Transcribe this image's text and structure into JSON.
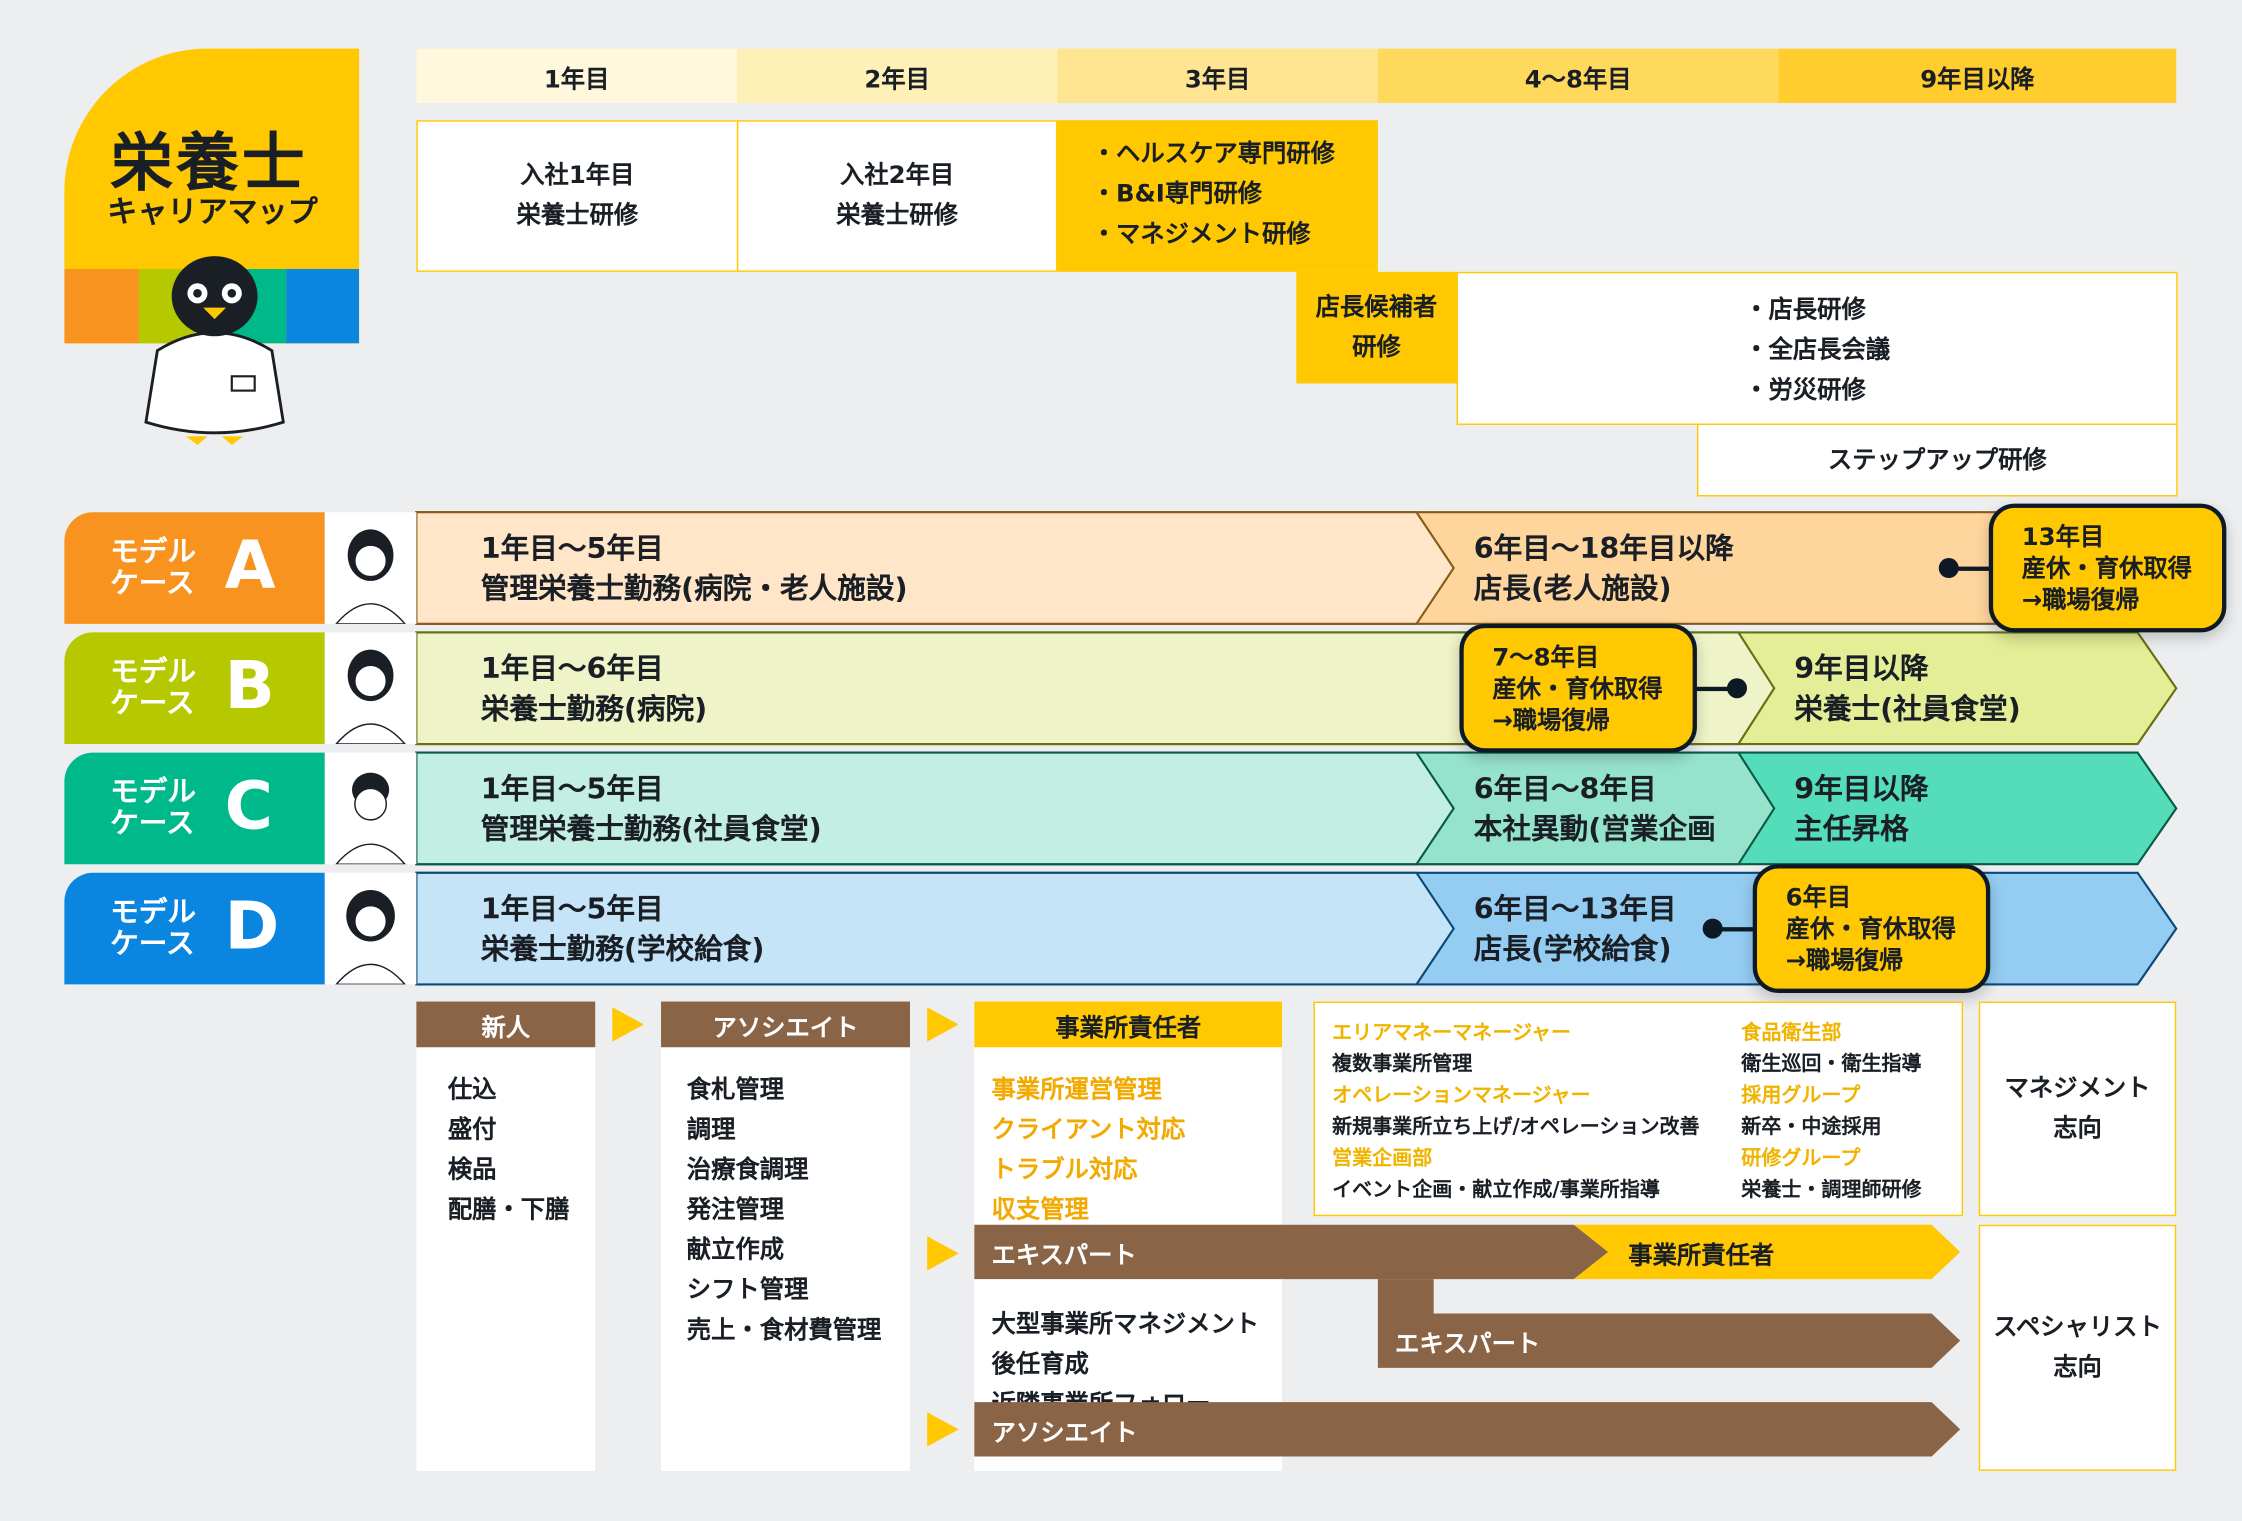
{
  "title": {
    "main": "栄養士",
    "sub": "キャリアマップ"
  },
  "years": [
    "1年目",
    "2年目",
    "3年目",
    "4〜8年目",
    "9年目以降"
  ],
  "training": {
    "y1": [
      "入社1年目",
      "栄養士研修"
    ],
    "y2": [
      "入社2年目",
      "栄養士研修"
    ],
    "y3": [
      "・ヘルスケア専門研修",
      "・B&I専門研修",
      "・マネジメント研修"
    ],
    "candidate": [
      "店長候補者",
      "研修"
    ],
    "manager": [
      "・店長研修",
      "・全店長会議",
      "・労災研修"
    ],
    "stepup": "ステップアップ研修"
  },
  "models": [
    {
      "label": "モデル",
      "label2": "ケース",
      "letter": "A",
      "color": "#f7931e",
      "seg1": {
        "period": "1年目〜5年目",
        "role": "管理栄養士勤務(病院・老人施設)"
      },
      "seg2": {
        "period": "6年目〜18年目以降",
        "role": "店長(老人施設)"
      },
      "pill": [
        "13年目",
        "産休・育休取得",
        "→職場復帰"
      ]
    },
    {
      "label": "モデル",
      "label2": "ケース",
      "letter": "B",
      "color": "#b5c800",
      "seg1": {
        "period": "1年目〜6年目",
        "role": "栄養士勤務(病院)"
      },
      "pill": [
        "7〜8年目",
        "産休・育休取得",
        "→職場復帰"
      ],
      "seg3": {
        "period": "9年目以降",
        "role": "栄養士(社員食堂)"
      }
    },
    {
      "label": "モデル",
      "label2": "ケース",
      "letter": "C",
      "color": "#00b98a",
      "seg1": {
        "period": "1年目〜5年目",
        "role": "管理栄養士勤務(社員食堂)"
      },
      "seg2": {
        "period": "6年目〜8年目",
        "role": "本社異動(営業企画"
      },
      "seg3": {
        "period": "9年目以降",
        "role": "主任昇格"
      }
    },
    {
      "label": "モデル",
      "label2": "ケース",
      "letter": "D",
      "color": "#0a86e0",
      "seg1": {
        "period": "1年目〜5年目",
        "role": "栄養士勤務(学校給食)"
      },
      "seg2": {
        "period": "6年目〜13年目",
        "role": "店長(学校給食)"
      },
      "pill": [
        "6年目",
        "産休・育休取得",
        "→職場復帰"
      ]
    }
  ],
  "ladder": {
    "newcomer": {
      "title": "新人",
      "items": [
        "仕込",
        "盛付",
        "検品",
        "配膳・下膳"
      ]
    },
    "associate": {
      "title": "アソシエイト",
      "items": [
        "食札管理",
        "調理",
        "治療食調理",
        "発注管理",
        "献立作成",
        "シフト管理",
        "売上・食材費管理"
      ]
    },
    "manager": {
      "title": "事業所責任者",
      "items": [
        "事業所運営管理",
        "クライアント対応",
        "トラブル対応",
        "収支管理"
      ]
    },
    "expert_band": "エキスパート",
    "expert_to_manager": "事業所責任者",
    "expert_items": [
      "大型事業所マネジメント",
      "後任育成",
      "近隣事業所フォロー"
    ],
    "expert_band2": "エキスパート",
    "associate_band": "アソシエイト"
  },
  "positions": [
    {
      "title": "エリアマネーマネージャー",
      "desc": "複数事業所管理"
    },
    {
      "title": "オペレーションマネージャー",
      "desc": "新規事業所立ち上げ/オペレーション改善"
    },
    {
      "title": "営業企画部",
      "desc": "イベント企画・献立作成/事業所指導"
    },
    {
      "title": "食品衛生部",
      "desc": "衛生巡回・衛生指導"
    },
    {
      "title": "採用グループ",
      "desc": "新卒・中途採用"
    },
    {
      "title": "研修グループ",
      "desc": "栄養士・調理師研修"
    }
  ],
  "orientation": {
    "management": [
      "マネジメント",
      "志向"
    ],
    "specialist": [
      "スペシャリスト",
      "志向"
    ]
  }
}
